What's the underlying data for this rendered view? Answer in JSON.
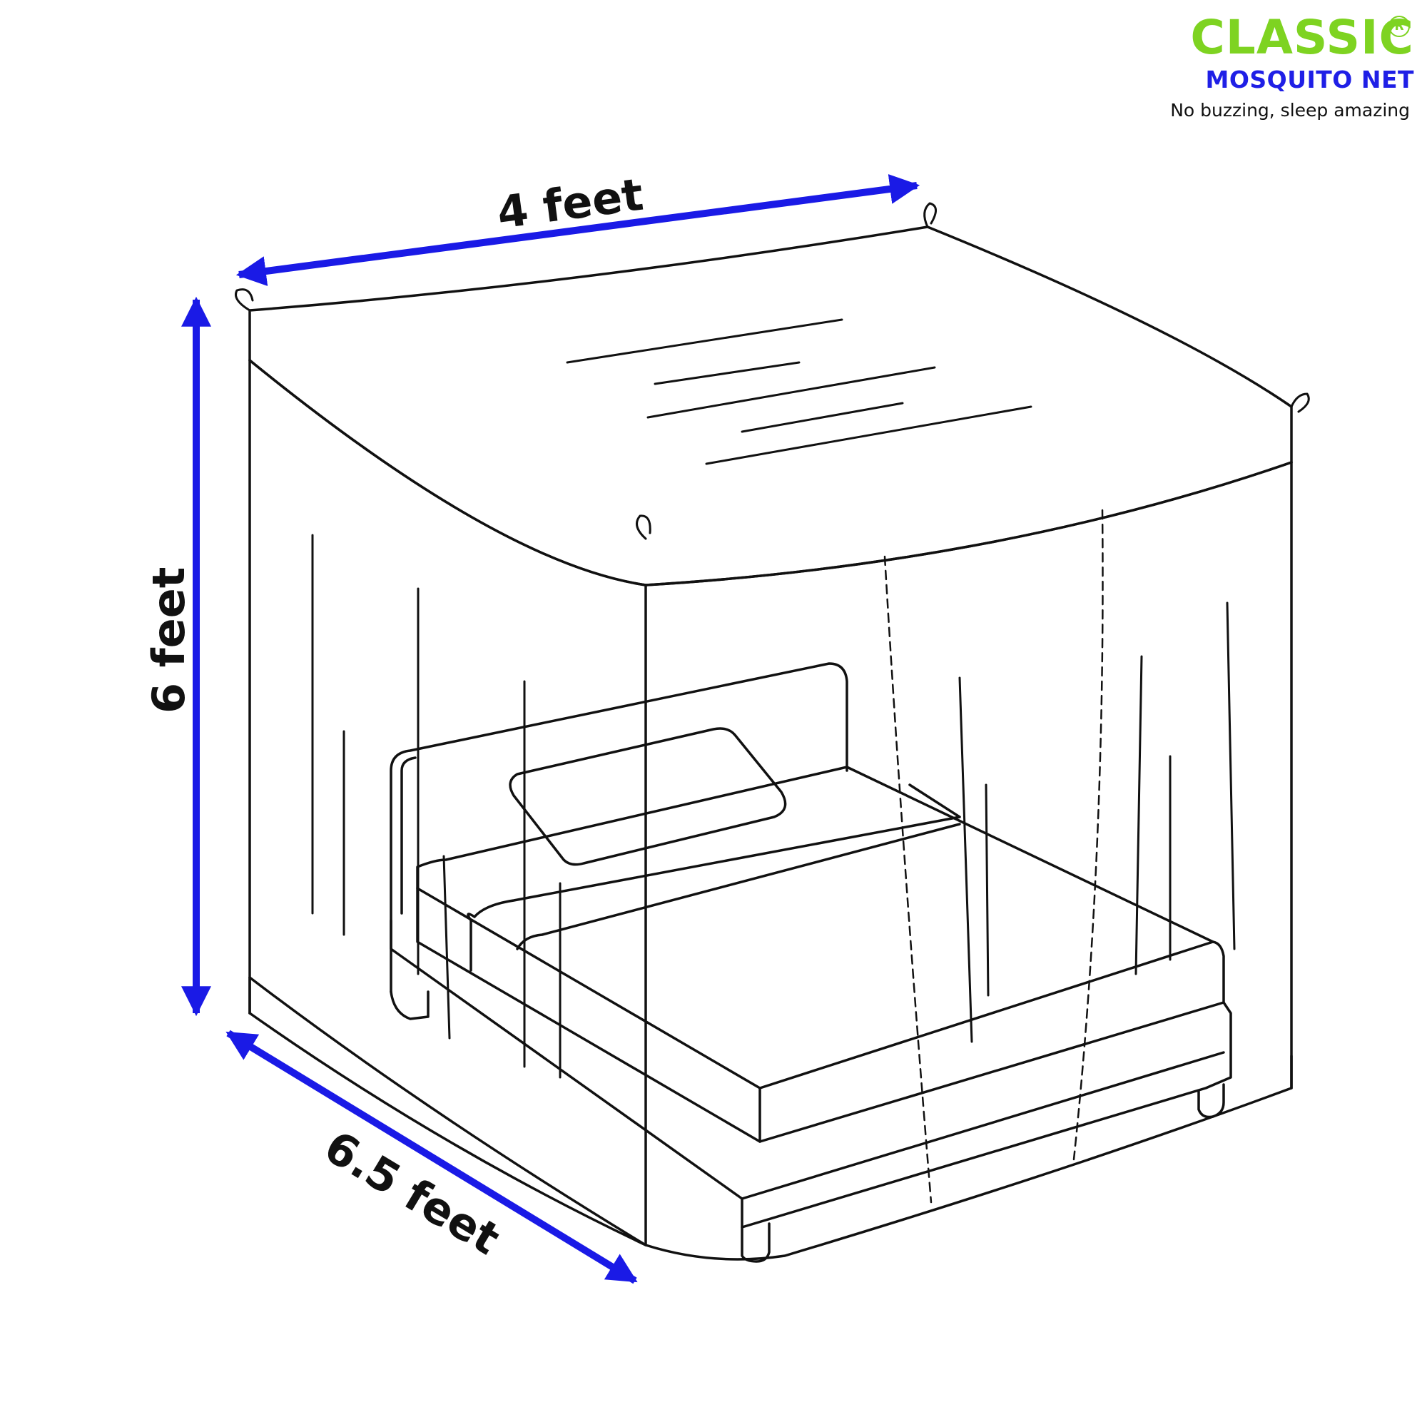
{
  "brand": {
    "name": "CLASSIC",
    "product": "MOSQUITO NET",
    "tagline": "No buzzing, sleep amazing",
    "registered_mark": "R",
    "name_color": "#7ed321",
    "product_color": "#1f1fe6"
  },
  "dimensions": {
    "width_label": "4 feet",
    "height_label": "6 feet",
    "length_label": "6.5 feet",
    "arrow_color": "#1a1ae6"
  },
  "drawing": {
    "line_color": "#111111"
  }
}
